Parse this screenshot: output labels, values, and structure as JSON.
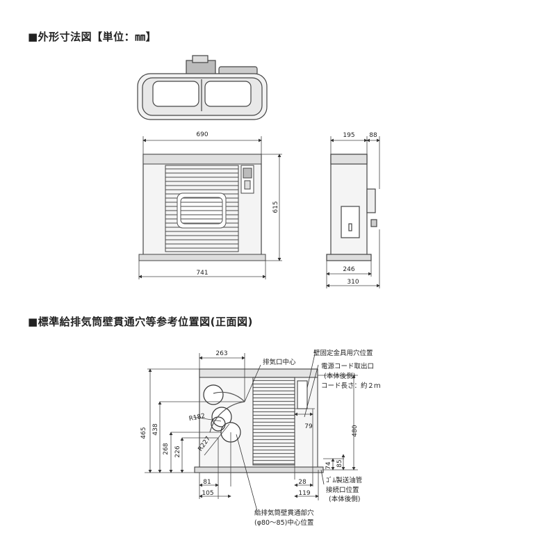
{
  "section1": {
    "title": "■外形寸法図【単位：㎜】",
    "dims": {
      "front_width": "690",
      "front_total": "741",
      "front_height": "615",
      "side_top_a": "195",
      "side_top_b": "88",
      "side_bottom_a": "246",
      "side_bottom_b": "310"
    }
  },
  "section2": {
    "title": "■標準給排気筒壁貫通穴等参考位置図(正面図)",
    "dims": {
      "top_263": "263",
      "h465": "465",
      "h438": "438",
      "h268": "268",
      "h226": "226",
      "r182": "R182",
      "r227": "R227",
      "d79": "79",
      "h480": "480",
      "d74": "74",
      "d85": "85",
      "d81": "81",
      "d105": "105",
      "d28": "28",
      "d119": "119"
    },
    "labels": {
      "exhaust_center": "排気口中心",
      "wall_hole": "壁固定金具用穴位置",
      "cord_exit": "電源コード取出口",
      "cord_rear": "(本体後側)",
      "cord_length": "コード長さ：約２ｍ",
      "oil_pipe_1": "ｺﾞﾑ製送油管",
      "oil_pipe_2": "接続口位置",
      "oil_pipe_3": "(本体後側)",
      "through_hole_1": "給排気筒壁貫通部穴",
      "through_hole_2": "(φ80～85)中心位置"
    }
  }
}
